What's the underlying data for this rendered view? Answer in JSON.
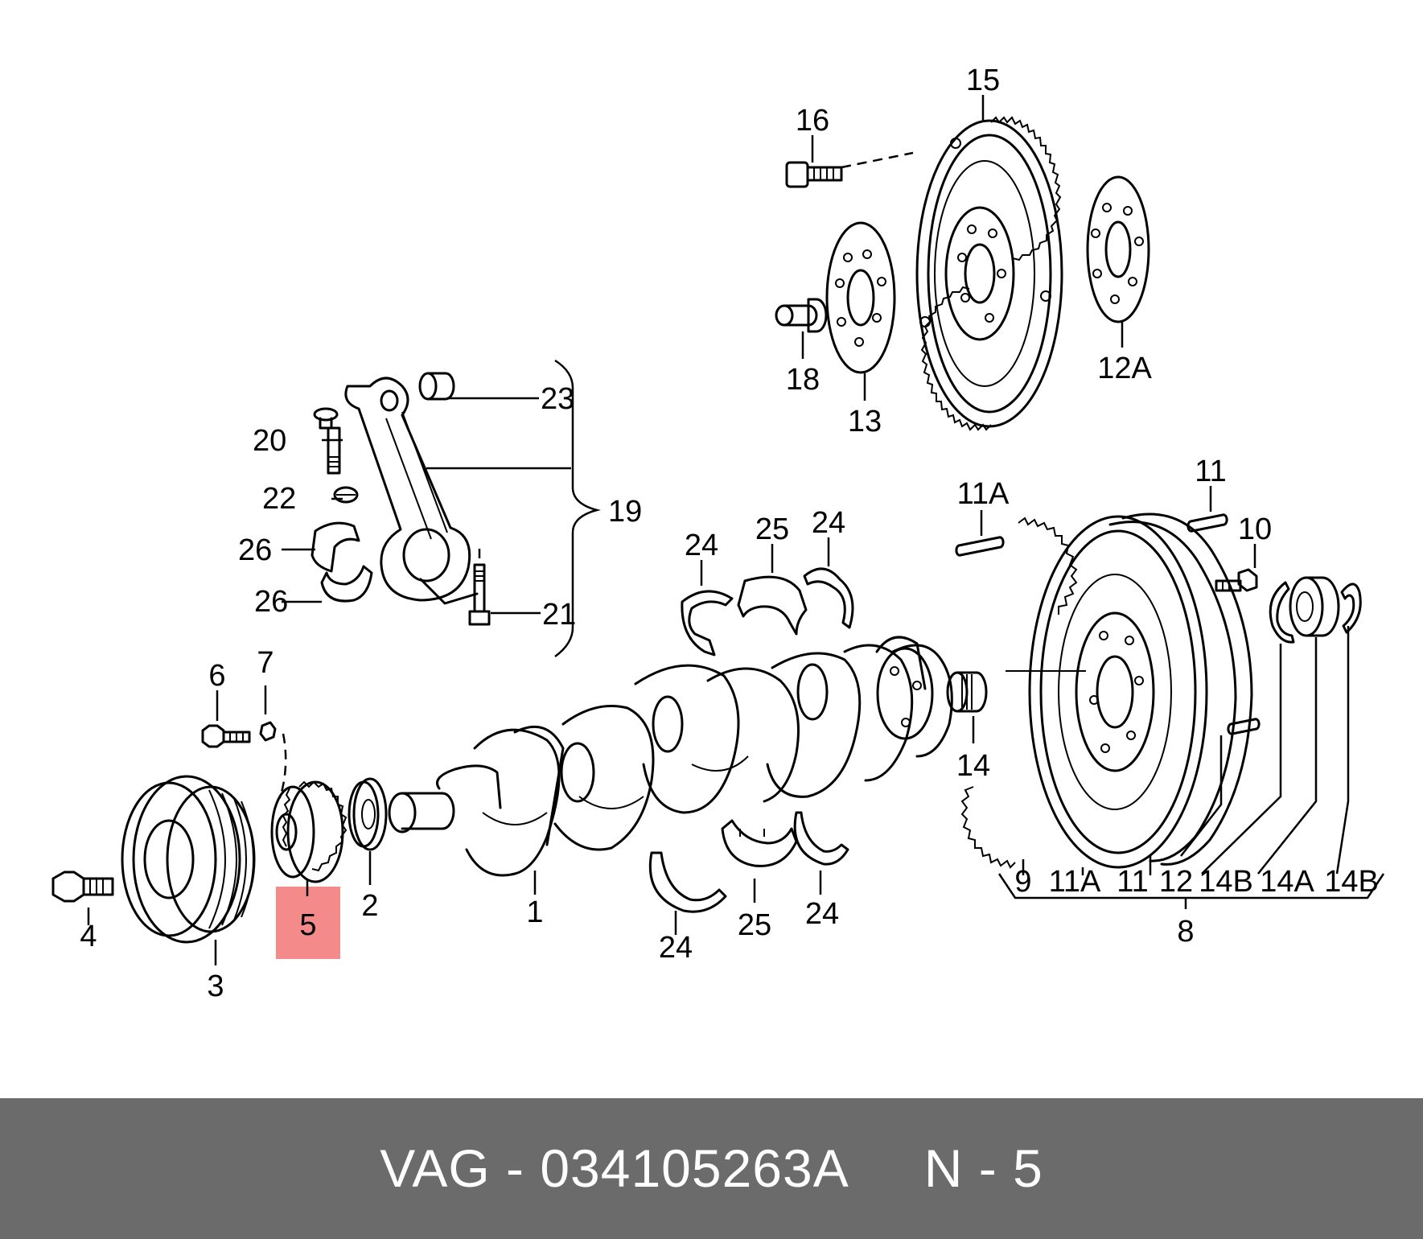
{
  "highlight_color": "#f58a8a",
  "footer": {
    "background": "#6b6b6b",
    "brand": "VAG",
    "separator": " - ",
    "part_number": "034105263A",
    "position_label": "N - 5"
  },
  "labels": {
    "l1": "1",
    "l2": "2",
    "l3": "3",
    "l4": "4",
    "l5": "5",
    "l6": "6",
    "l7": "7",
    "l8": "8",
    "l9": "9",
    "l10": "10",
    "l11_top": "11",
    "l11a_top": "11A",
    "l11a_bot": "11A",
    "l11_bot": "11",
    "l12": "12",
    "l12a": "12A",
    "l13": "13",
    "l14": "14",
    "l14b_a": "14B",
    "l14a": "14A",
    "l14b_b": "14B",
    "l15": "15",
    "l16": "16",
    "l18": "18",
    "l19": "19",
    "l20": "20",
    "l21": "21",
    "l22": "22",
    "l23": "23",
    "l24_a": "24",
    "l24_b": "24",
    "l24_c": "24",
    "l24_d": "24",
    "l25_top": "25",
    "l25_bot": "25",
    "l26_a": "26",
    "l26_b": "26"
  },
  "highlighted_callout": "5"
}
